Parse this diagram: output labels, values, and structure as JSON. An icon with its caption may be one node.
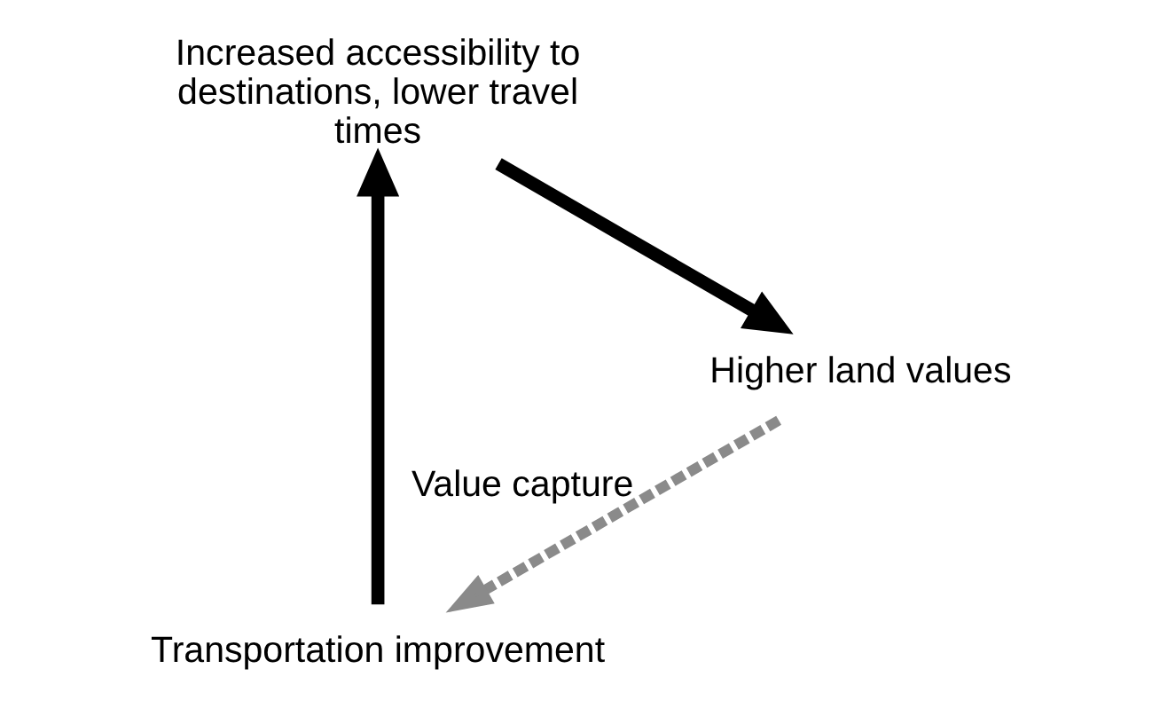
{
  "diagram": {
    "nodes": [
      {
        "text": [
          "Transportation improvement"
        ]
      },
      {
        "text": [
          "Increased accessibility to destinations, lower travel times"
        ]
      },
      {
        "text": [
          "Higher land values"
        ]
      }
    ],
    "edges": [
      {
        "from": 0,
        "to": 1,
        "arrow": "to"
      },
      {
        "from": 1,
        "to": 2,
        "arrow": "to"
      },
      {
        "from": 2,
        "to": 0,
        "arrow": "to",
        "style": "dashed",
        "color": "#8a8a8a",
        "label": "Value capture"
      }
    ]
  }
}
